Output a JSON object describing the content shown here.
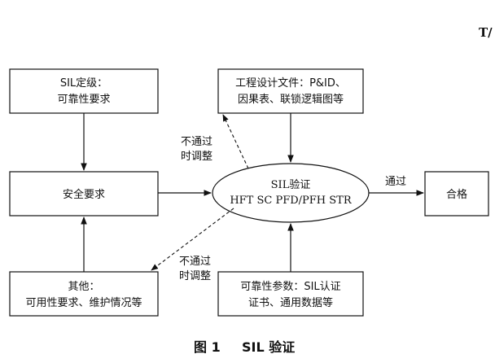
{
  "corner_mark": "T/",
  "nodes": {
    "sil_rating": {
      "line1": "SIL定级：",
      "line2": "可靠性要求"
    },
    "safety_requirements": {
      "label": "安全要求"
    },
    "other": {
      "line1": "其他：",
      "line2": "可用性要求、维护情况等"
    },
    "design_docs": {
      "line1": "工程设计文件：P&ID、",
      "line2": "因果表、联锁逻辑图等"
    },
    "sil_verification": {
      "line1": "SIL验证",
      "line2": "HFT SC PFD/PFH STR"
    },
    "reliability_params": {
      "line1": "可靠性参数：SIL认证",
      "line2": "证书、通用数据等"
    },
    "pass": {
      "label": "合格"
    }
  },
  "edges": {
    "pass_label": "通过",
    "fail_upper": {
      "line1": "不通过",
      "line2": "时调整"
    },
    "fail_lower": {
      "line1": "不通过",
      "line2": "时调整"
    }
  },
  "caption": {
    "figure_number": "图 1",
    "title": "SIL 验证"
  }
}
